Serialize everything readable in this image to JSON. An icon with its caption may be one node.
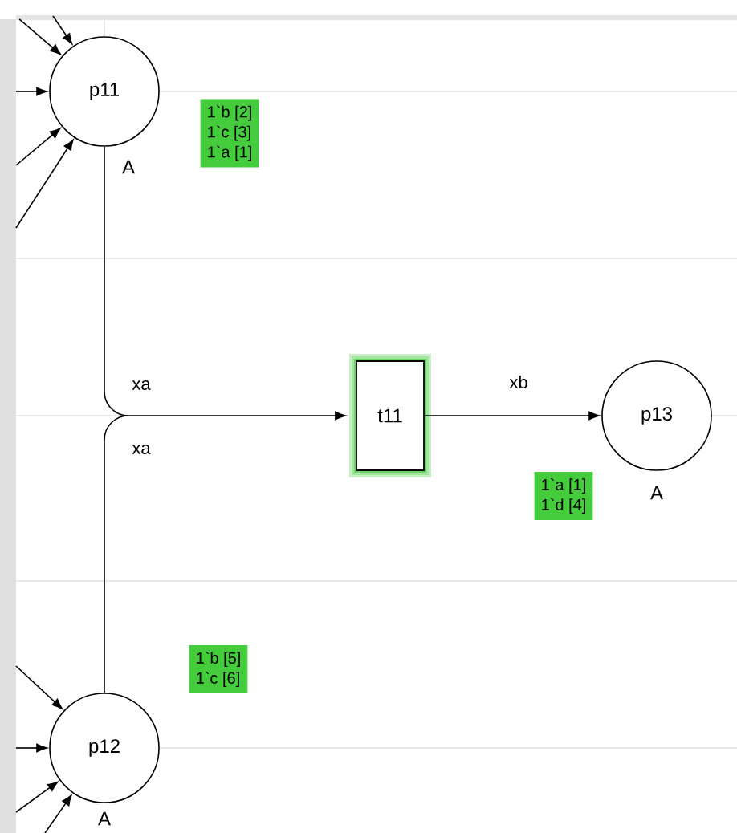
{
  "diagram": {
    "nodes": [
      {
        "text": [
          "p11"
        ],
        "beside": [
          "A"
        ]
      },
      {
        "text": [
          "1`b [2]",
          "1`c [3]",
          "1`a [1]"
        ]
      },
      {
        "text": [
          "t11"
        ]
      },
      {
        "text": [
          "p13"
        ],
        "beside": [
          "A"
        ]
      },
      {
        "text": [
          "1`a [1]",
          "1`d [4]"
        ]
      },
      {
        "text": [
          "p12"
        ],
        "beside": [
          "A"
        ]
      },
      {
        "text": [
          "1`b [5]",
          "1`c [6]"
        ]
      }
    ],
    "edges": [
      {
        "from": 0,
        "to": 2,
        "arrow": "to",
        "label": "xa"
      },
      {
        "from": 5,
        "to": 2,
        "arrow": "to",
        "label": "xa"
      },
      {
        "from": 2,
        "to": 3,
        "arrow": "to",
        "label": "xb"
      },
      {
        "from": null,
        "to": 0,
        "arrow": "to"
      },
      {
        "from": null,
        "to": 0,
        "arrow": "to"
      },
      {
        "from": null,
        "to": 0,
        "arrow": "to"
      },
      {
        "from": null,
        "to": 0,
        "arrow": "to"
      },
      {
        "from": null,
        "to": 0,
        "arrow": "to"
      },
      {
        "from": null,
        "to": 5,
        "arrow": "to"
      },
      {
        "from": null,
        "to": 5,
        "arrow": "to"
      },
      {
        "from": null,
        "to": 5,
        "arrow": "to"
      },
      {
        "from": null,
        "to": 5,
        "arrow": "to"
      }
    ]
  }
}
